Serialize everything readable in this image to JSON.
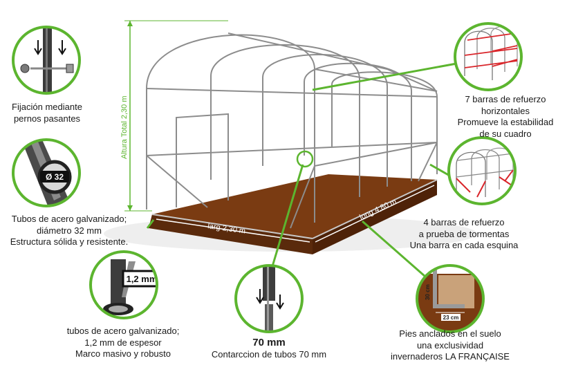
{
  "colors": {
    "accent_green": "#5cb52f",
    "soil": "#7a3b12",
    "soil_dark": "#4e2208",
    "steel": "#8c8c8c",
    "red_bar": "#d9262b"
  },
  "dimensions": {
    "height_label": "Altura Total 2,30 m",
    "width_label": "larg 2,30 m",
    "length_label": "long 4,80 m"
  },
  "features": {
    "bolts": {
      "lines": [
        "Fijación mediante",
        "pernos pasantes"
      ]
    },
    "horizontal_bars": {
      "lines": [
        "7 barras de refuerzo",
        "horizontales",
        "Promueve la estabilidad",
        "de su cuadro"
      ]
    },
    "tubes": {
      "badge": "Ø 32",
      "lines": [
        "Tubos de acero galvanizado;",
        "diámetro 32 mm",
        "Estructura sólida y resistente."
      ]
    },
    "storm_bars": {
      "lines": [
        "4 barras de refuerzo",
        "a prueba de tormentas",
        "Una barra en cada esquina"
      ]
    },
    "thickness": {
      "badge": "1,2 mm",
      "lines": [
        "tubos de acero galvanizado;",
        "1,2 mm de espesor",
        "Marco masivo y robusto"
      ]
    },
    "contraction": {
      "title": "70 mm",
      "lines": [
        "Contarccion de tubos 70 mm"
      ]
    },
    "anchors": {
      "depth": "30 cm",
      "width": "23 cm",
      "lines": [
        "Pies anclados en el suelo",
        "una exclusividad",
        "invernaderos LA FRANÇAISE"
      ]
    }
  },
  "icons": [
    "bolt-icon",
    "tube-section-icon",
    "tube-wall-icon",
    "tube-joint-icon",
    "ground-anchor-icon",
    "greenhouse-red-bars-icon",
    "greenhouse-corner-bars-icon"
  ]
}
